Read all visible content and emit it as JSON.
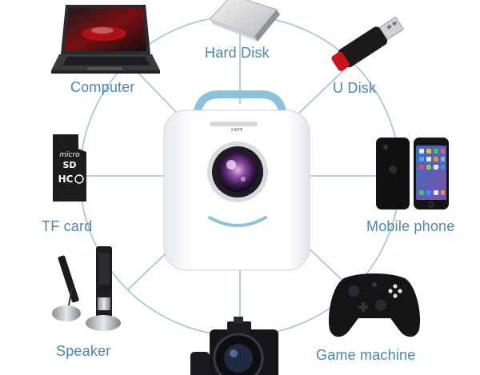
{
  "hub": {
    "name": "projector",
    "brand_mark": "XINTE",
    "accent_color": "#8ac3dc",
    "lens_color": "#7b3f8f"
  },
  "ring_color": "#9cc4dc",
  "label_color": "#4a86b5",
  "devices": [
    {
      "id": "hard-disk",
      "label": "Hard Disk",
      "icon": "hard-disk-icon"
    },
    {
      "id": "u-disk",
      "label": "U Disk",
      "icon": "usb-flash-drive-icon"
    },
    {
      "id": "computer",
      "label": "Computer",
      "icon": "laptop-icon"
    },
    {
      "id": "tf-card",
      "label": "TF card",
      "icon": "microsd-card-icon"
    },
    {
      "id": "mobile-phone",
      "label": "Mobile phone",
      "icon": "smartphone-icon"
    },
    {
      "id": "speaker",
      "label": "Speaker",
      "icon": "speaker-icon"
    },
    {
      "id": "game-machine",
      "label": "Game machine",
      "icon": "game-controller-icon"
    },
    {
      "id": "camera",
      "label": "",
      "icon": "camera-icon"
    }
  ],
  "tf_card_marks": {
    "line1": "micro",
    "line2": "SD",
    "line3": "HC"
  }
}
